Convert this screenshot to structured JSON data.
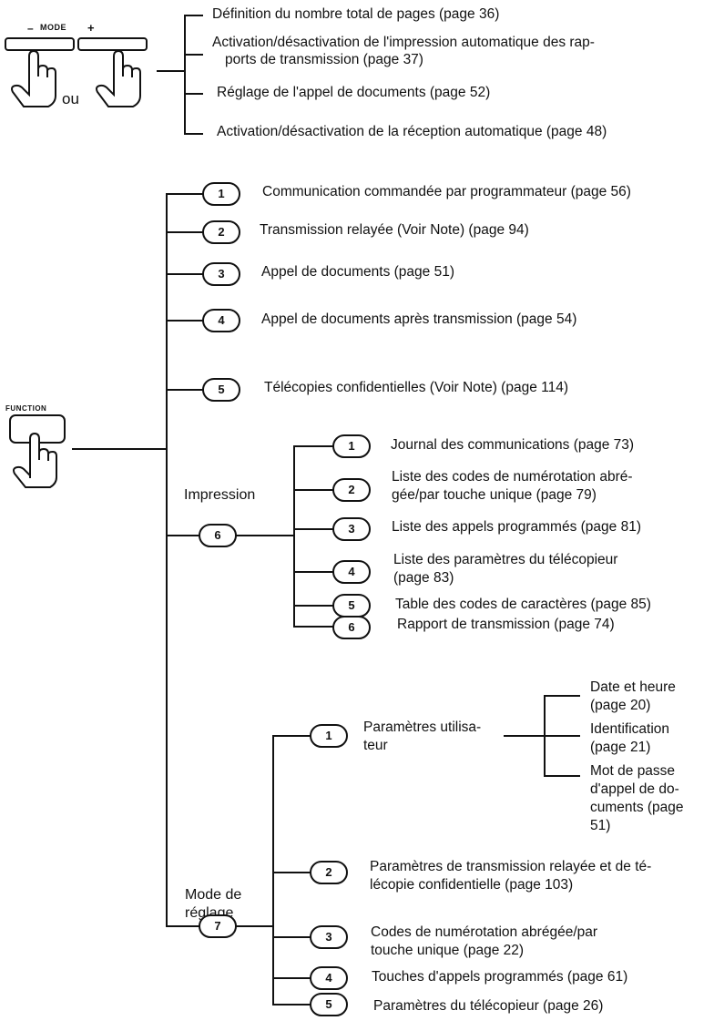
{
  "mode_panel": {
    "key_label": "MODE",
    "minus": "–",
    "plus": "+",
    "or_label": "ou",
    "items": [
      "Définition du nombre total de pages (page 36)",
      "Activation/désactivation de l'impression automatique des rap-",
      "ports de transmission (page 37)",
      "Réglage de l'appel de documents (page 52)",
      "Activation/désactivation de la réception automatique (page 48)"
    ]
  },
  "function_panel": {
    "key_label": "FUNCTION",
    "items": [
      {
        "num": "1",
        "text": "Communication commandée par programmateur (page 56)"
      },
      {
        "num": "2",
        "text": "Transmission relayée (Voir Note) (page 94)"
      },
      {
        "num": "3",
        "text": "Appel de documents (page 51)"
      },
      {
        "num": "4",
        "text": "Appel de documents après transmission (page 54)"
      },
      {
        "num": "5",
        "text": "Télécopies confidentielles (Voir Note) (page 114)"
      }
    ],
    "impression": {
      "label": "Impression",
      "num": "6",
      "items": [
        {
          "num": "1",
          "lines": [
            "Journal des communications (page 73)"
          ]
        },
        {
          "num": "2",
          "lines": [
            "Liste des codes de numérotation abré-",
            "gée/par touche unique (page 79)"
          ]
        },
        {
          "num": "3",
          "lines": [
            "Liste des appels programmés (page 81)"
          ]
        },
        {
          "num": "4",
          "lines": [
            "Liste des paramètres du télécopieur",
            "(page 83)"
          ]
        },
        {
          "num": "5",
          "lines": [
            "Table des codes de caractères (page 85)"
          ]
        },
        {
          "num": "6",
          "lines": [
            "Rapport de transmission (page 74)"
          ]
        }
      ]
    },
    "reglage": {
      "label_line1": "Mode de",
      "label_line2": "réglage",
      "num": "7",
      "items": [
        {
          "num": "1",
          "lines": [
            "Paramètres utilisa-",
            "teur"
          ]
        },
        {
          "num": "2",
          "lines": [
            "Paramètres de transmission relayée et de té-",
            "lécopie confidentielle (page 103)"
          ]
        },
        {
          "num": "3",
          "lines": [
            "Codes de numérotation abrégée/par",
            "touche unique (page 22)"
          ]
        },
        {
          "num": "4",
          "lines": [
            "Touches d'appels programmés (page 61)"
          ]
        },
        {
          "num": "5",
          "lines": [
            "Paramètres du télécopieur (page 26)"
          ]
        }
      ],
      "user_params": [
        {
          "lines": [
            "Date et heure",
            "(page 20)"
          ]
        },
        {
          "lines": [
            "Identification",
            "(page 21)"
          ]
        },
        {
          "lines": [
            "Mot de passe",
            "d'appel de do-",
            "cuments (page",
            "51)"
          ]
        }
      ]
    }
  }
}
